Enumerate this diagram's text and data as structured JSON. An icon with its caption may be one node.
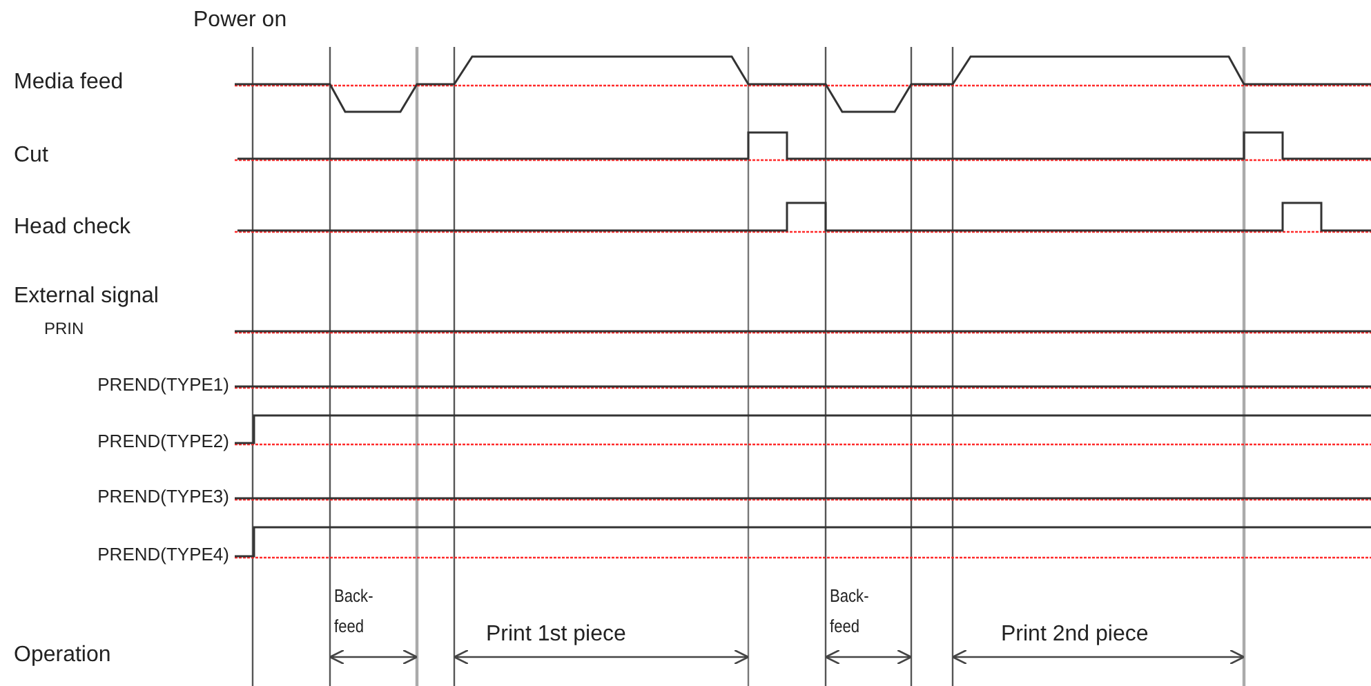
{
  "diagram": {
    "labels": [
      "Power on",
      "Media feed",
      "Cut",
      "Head check",
      "External signal",
      "PRIN",
      "PREND(TYPE1)",
      "PREND(TYPE2)",
      "PREND(TYPE3)",
      "PREND(TYPE4)",
      "Back- feed",
      "Back- feed",
      "Operation",
      "Print 1st piece",
      "Print 2nd piece"
    ]
  }
}
